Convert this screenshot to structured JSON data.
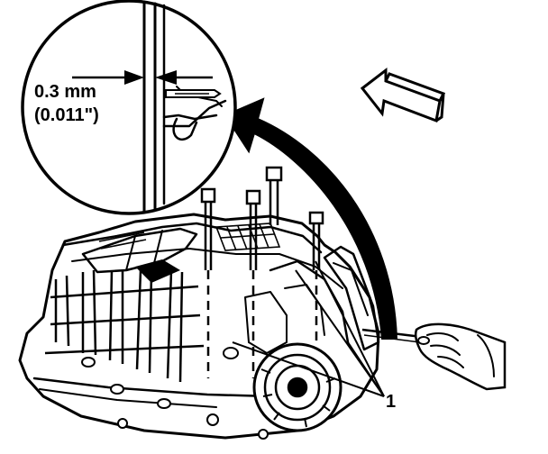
{
  "detail_callout": {
    "clearance_metric": "0.3 mm",
    "clearance_imperial": "(0.011\")"
  },
  "callout_number": "1",
  "icons": {
    "direction_arrow": "hollow-arrow-left-icon",
    "rotation_arrow": "curved-arrow-icon",
    "feeler_gauge": "feeler-gauge-icon"
  },
  "colors": {
    "ink": "#000000",
    "paper": "#ffffff"
  }
}
